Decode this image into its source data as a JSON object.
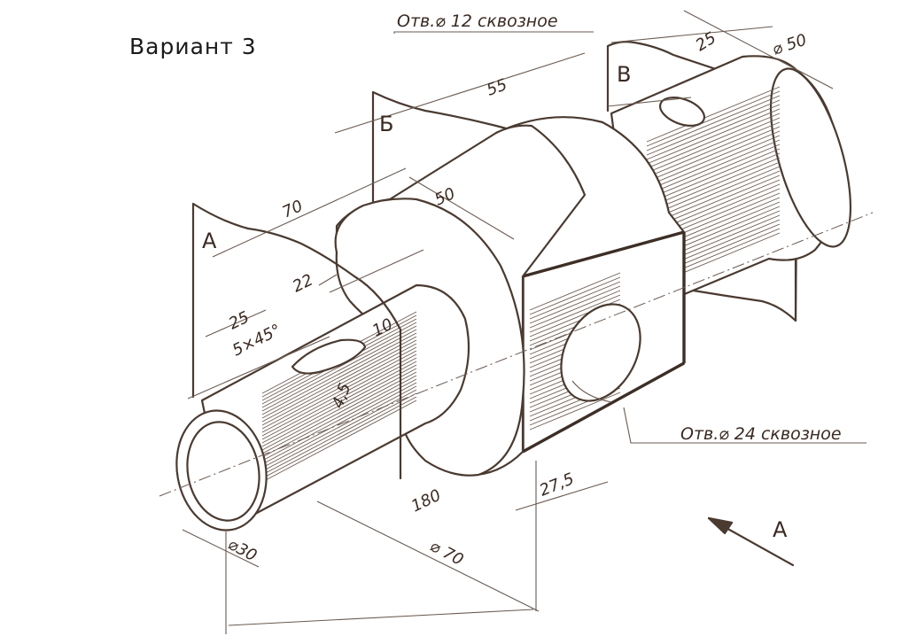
{
  "header": {
    "variant_label": "Вариант 3"
  },
  "notes": {
    "hole_top": "Отв.⌀ 12 сквозное",
    "hole_mid": "Отв.⌀ 24 сквозное"
  },
  "sections": {
    "a": "А",
    "b": "Б",
    "v": "В"
  },
  "view_arrow": {
    "label": "A"
  },
  "dimensions": {
    "total_length": "180",
    "len_70": "70",
    "len_55": "55",
    "len_50": "50",
    "len_25_top": "25",
    "len_25_left": "25",
    "len_22": "22",
    "len_10": "10",
    "len_4_5": "4,5",
    "chamfer": "5×45°",
    "len_27_5": "27,5",
    "dia_30": "⌀30",
    "dia_50": "⌀ 50",
    "dia_70": "⌀ 70"
  },
  "colors": {
    "ink": "#4a3a30",
    "paper": "#ffffff"
  }
}
